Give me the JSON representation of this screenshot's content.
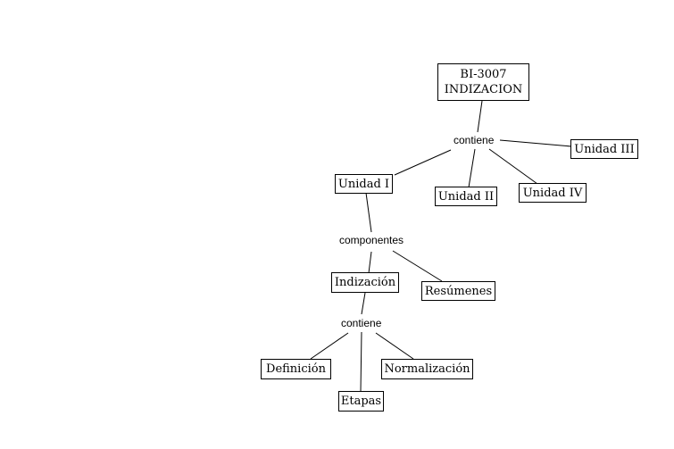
{
  "concepts": {
    "root": {
      "line1": "BI-3007",
      "line2": "INDIZACION"
    },
    "unidad_i": "Unidad I",
    "unidad_ii": "Unidad II",
    "unidad_iii": "Unidad III",
    "unidad_iv": "Unidad IV",
    "indizacion": "Indización",
    "resumenes": "Resúmenes",
    "definicion": "Definición",
    "etapas": "Etapas",
    "normalizacion": "Normalización"
  },
  "link_labels": {
    "root_contiene": "contiene",
    "unidad_i_componentes": "componentes",
    "indizacion_contiene": "contiene"
  }
}
